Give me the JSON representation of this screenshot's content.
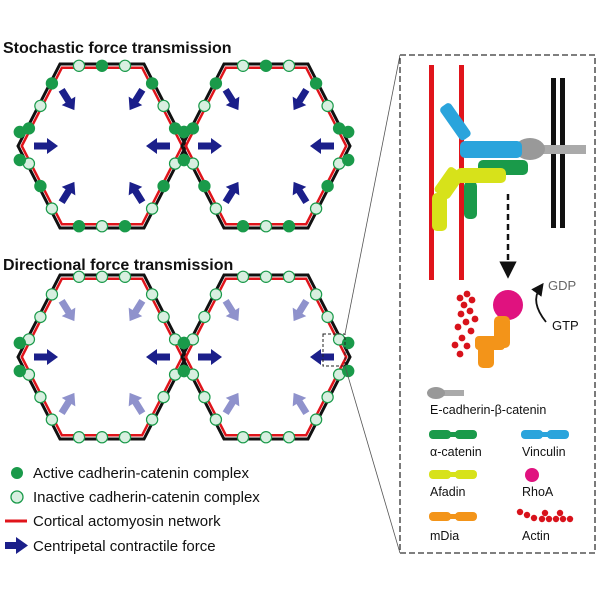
{
  "panels": {
    "stochastic_title": "Stochastic force transmission",
    "directional_title": "Directional force transmission"
  },
  "legend": {
    "active": "Active cadherin-catenin complex",
    "inactive": "Inactive cadherin-catenin complex",
    "cortical": "Cortical actomyosin network",
    "force": "Centripetal contractile force"
  },
  "inset": {
    "gdp": "GDP",
    "gtp": "GTP"
  },
  "key": {
    "e_cadherin": "E-cadherin-β-catenin",
    "alpha_catenin": "α-catenin",
    "vinculin": "Vinculin",
    "afadin": "Afadin",
    "rhoa": "RhoA",
    "mdia": "mDia",
    "actin": "Actin"
  },
  "colors": {
    "active_complex": "#1a9a4a",
    "inactive_complex": "#d8efe0",
    "cortical_network": "#e0141b",
    "force_arrow": "#1b1f8a",
    "force_arrow_faded": "#8f92cc",
    "vinculin": "#2aa4dc",
    "afadin": "#d7e21a",
    "rhoa": "#e0127f",
    "mdia": "#f39419",
    "actin": "#d8121b",
    "e_cadherin": "#999999"
  }
}
